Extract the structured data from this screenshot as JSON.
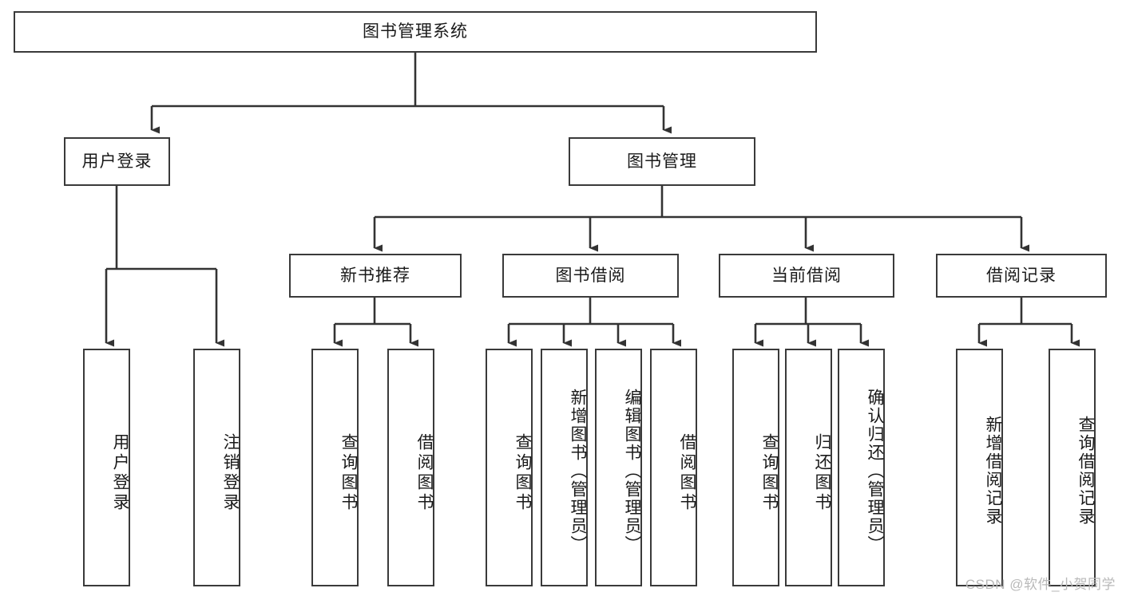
{
  "diagram": {
    "type": "tree-hierarchy",
    "title": "图书管理系统",
    "watermark": "CSDN @软件_小贺同学",
    "colors": {
      "box_border": "#3a3a3a",
      "box_fill": "#ffffff",
      "connector": "#333333",
      "text": "#1a1a1a",
      "watermark": "#b9b9b9",
      "background": "#ffffff"
    },
    "levels": {
      "level1": [
        {
          "id": "root",
          "label": "图书管理系统"
        }
      ],
      "level2": [
        {
          "id": "user-login",
          "label": "用户登录",
          "parent": "root"
        },
        {
          "id": "book-manage",
          "label": "图书管理",
          "parent": "root"
        }
      ],
      "level3": [
        {
          "id": "new-book-rec",
          "label": "新书推荐",
          "parent": "book-manage"
        },
        {
          "id": "book-borrow",
          "label": "图书借阅",
          "parent": "book-manage"
        },
        {
          "id": "current-borrow",
          "label": "当前借阅",
          "parent": "book-manage"
        },
        {
          "id": "borrow-record",
          "label": "借阅记录",
          "parent": "book-manage"
        }
      ],
      "leaves": [
        {
          "id": "leaf-user-login",
          "label": "用户登录",
          "parent": "user-login"
        },
        {
          "id": "leaf-logout",
          "label": "注销登录",
          "parent": "user-login"
        },
        {
          "id": "leaf-query-book-1",
          "label": "查询图书",
          "parent": "new-book-rec"
        },
        {
          "id": "leaf-borrow-book-1",
          "label": "借阅图书",
          "parent": "new-book-rec"
        },
        {
          "id": "leaf-query-book-2",
          "label": "查询图书",
          "parent": "book-borrow"
        },
        {
          "id": "leaf-add-book",
          "label": "新增图书（管理员）",
          "parent": "book-borrow"
        },
        {
          "id": "leaf-edit-book",
          "label": "编辑图书（管理员）",
          "parent": "book-borrow"
        },
        {
          "id": "leaf-borrow-book-2",
          "label": "借阅图书",
          "parent": "book-borrow"
        },
        {
          "id": "leaf-query-book-3",
          "label": "查询图书",
          "parent": "current-borrow"
        },
        {
          "id": "leaf-return-book",
          "label": "归还图书",
          "parent": "current-borrow"
        },
        {
          "id": "leaf-confirm-return",
          "label": "确认归还（管理员）",
          "parent": "current-borrow"
        },
        {
          "id": "leaf-add-record",
          "label": "新增借阅记录",
          "parent": "borrow-record"
        },
        {
          "id": "leaf-query-record",
          "label": "查询借阅记录",
          "parent": "borrow-record"
        }
      ]
    }
  }
}
